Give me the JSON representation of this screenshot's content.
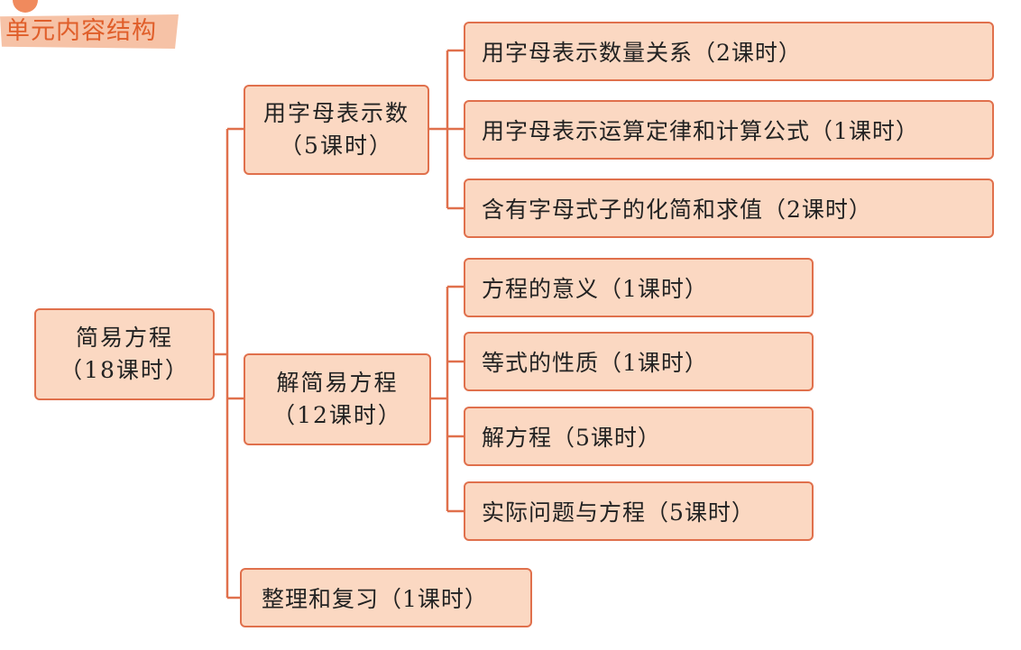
{
  "header": {
    "title": "单元内容结构"
  },
  "diagram": {
    "root": {
      "line1": "简易方程",
      "line2": "（18课时）"
    },
    "branch1": {
      "line1": "用字母表示数",
      "line2": "（5课时）",
      "children": [
        "用字母表示数量关系（2课时）",
        "用字母表示运算定律和计算公式（1课时）",
        "含有字母式子的化简和求值（2课时）"
      ]
    },
    "branch2": {
      "line1": "解简易方程",
      "line2": "（12课时）",
      "children": [
        "方程的意义（1课时）",
        "等式的性质（1课时）",
        "解方程（5课时）",
        "实际问题与方程（5课时）"
      ]
    },
    "branch3": {
      "label": "整理和复习（1课时）"
    }
  },
  "colors": {
    "box_fill": "#fbd8c2",
    "box_border": "#e0704c",
    "title_text": "#e05e2a",
    "title_band": "#f6c2a6"
  }
}
